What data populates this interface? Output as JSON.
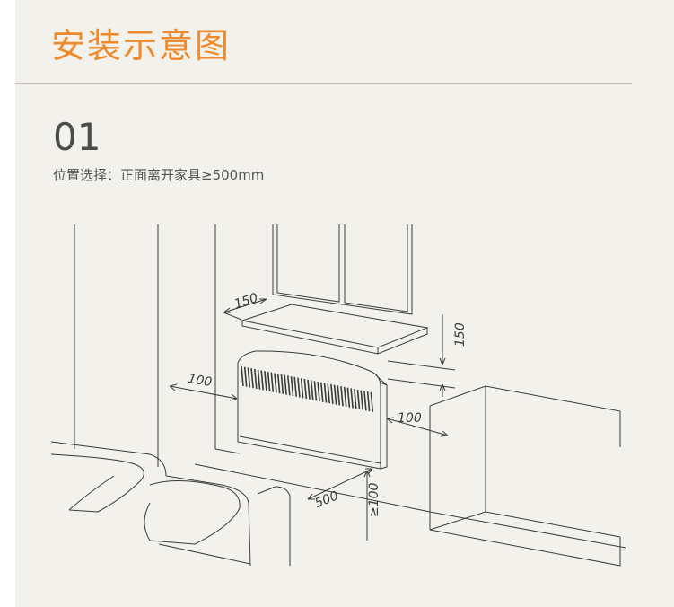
{
  "header": {
    "title": "安装示意图"
  },
  "step": {
    "number": "01",
    "caption": "位置选择：正面离开家具≥500mm"
  },
  "diagram": {
    "dimensions": {
      "shelf_depth": "150",
      "shelf_clearance": "150",
      "left_clearance": "100",
      "right_clearance": "100",
      "front_clearance": "500",
      "floor_clearance": "≥100"
    },
    "colors": {
      "line": "#3a3a3a",
      "fin": "#3a3a3a"
    }
  }
}
